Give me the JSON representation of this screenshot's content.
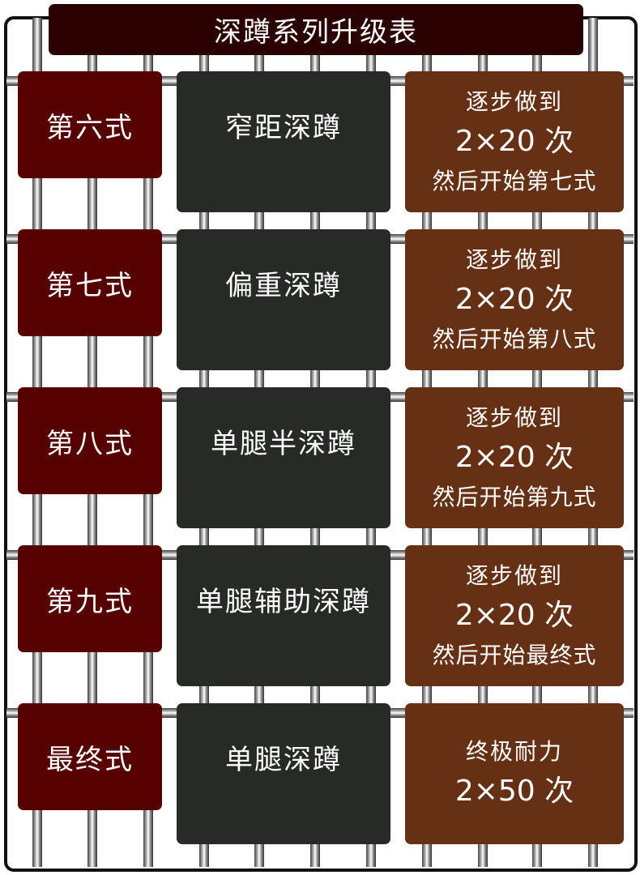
{
  "title": "深蹲系列升级表",
  "rows": [
    {
      "stage": "第六式",
      "exercise": "窄距深蹲",
      "goal_line1": "逐步做到",
      "goal_line2": "2×20 次",
      "goal_line3": "然后开始第七式"
    },
    {
      "stage": "第七式",
      "exercise": "偏重深蹲",
      "goal_line1": "逐步做到",
      "goal_line2": "2×20 次",
      "goal_line3": "然后开始第八式"
    },
    {
      "stage": "第八式",
      "exercise": "单腿半深蹲",
      "goal_line1": "逐步做到",
      "goal_line2": "2×20 次",
      "goal_line3": "然后开始第九式"
    },
    {
      "stage": "第九式",
      "exercise": "单腿辅助深蹲",
      "goal_line1": "逐步做到",
      "goal_line2": "2×20 次",
      "goal_line3": "然后开始最终式"
    },
    {
      "stage": "最终式",
      "exercise": "单腿深蹲",
      "goal_line1": "终极耐力",
      "goal_line2": "2×50 次",
      "goal_line3": null
    }
  ]
}
